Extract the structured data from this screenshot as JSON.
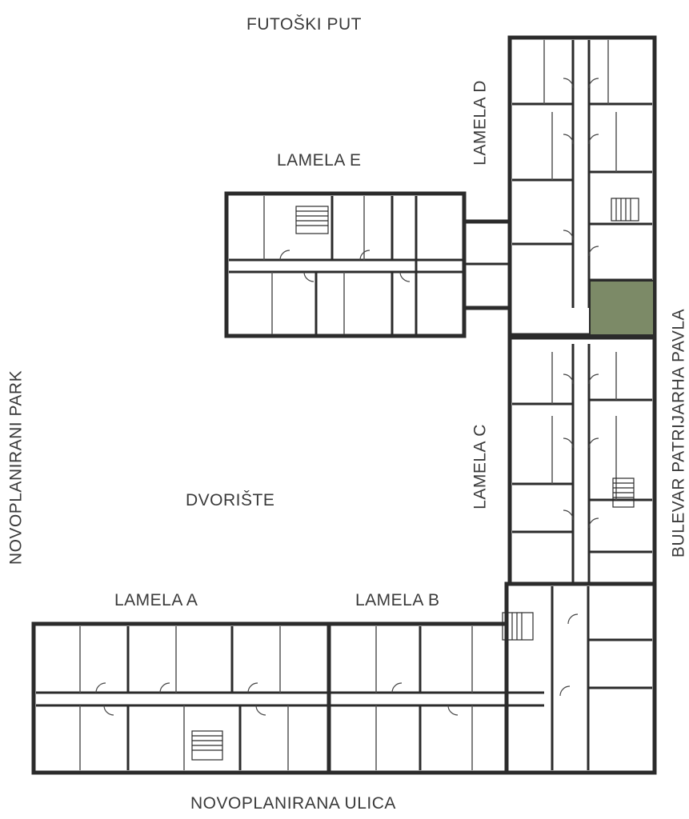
{
  "streets": {
    "north": "FUTOŠKI PUT",
    "south": "NOVOPLANIRANA ULICA",
    "west": "NOVOPLANIRANI PARK",
    "east": "BULEVAR PATRIJARHA PAVLA"
  },
  "courtyard": "DVORIŠTE",
  "lamelas": {
    "a": "LAMELA A",
    "b": "LAMELA B",
    "c": "LAMELA C",
    "d": "LAMELA D",
    "e": "LAMELA E"
  },
  "colors": {
    "wall": "#2b2b2b",
    "thin_wall": "#555555",
    "highlight": "#7c8a67",
    "label": "#3a3a3a"
  }
}
